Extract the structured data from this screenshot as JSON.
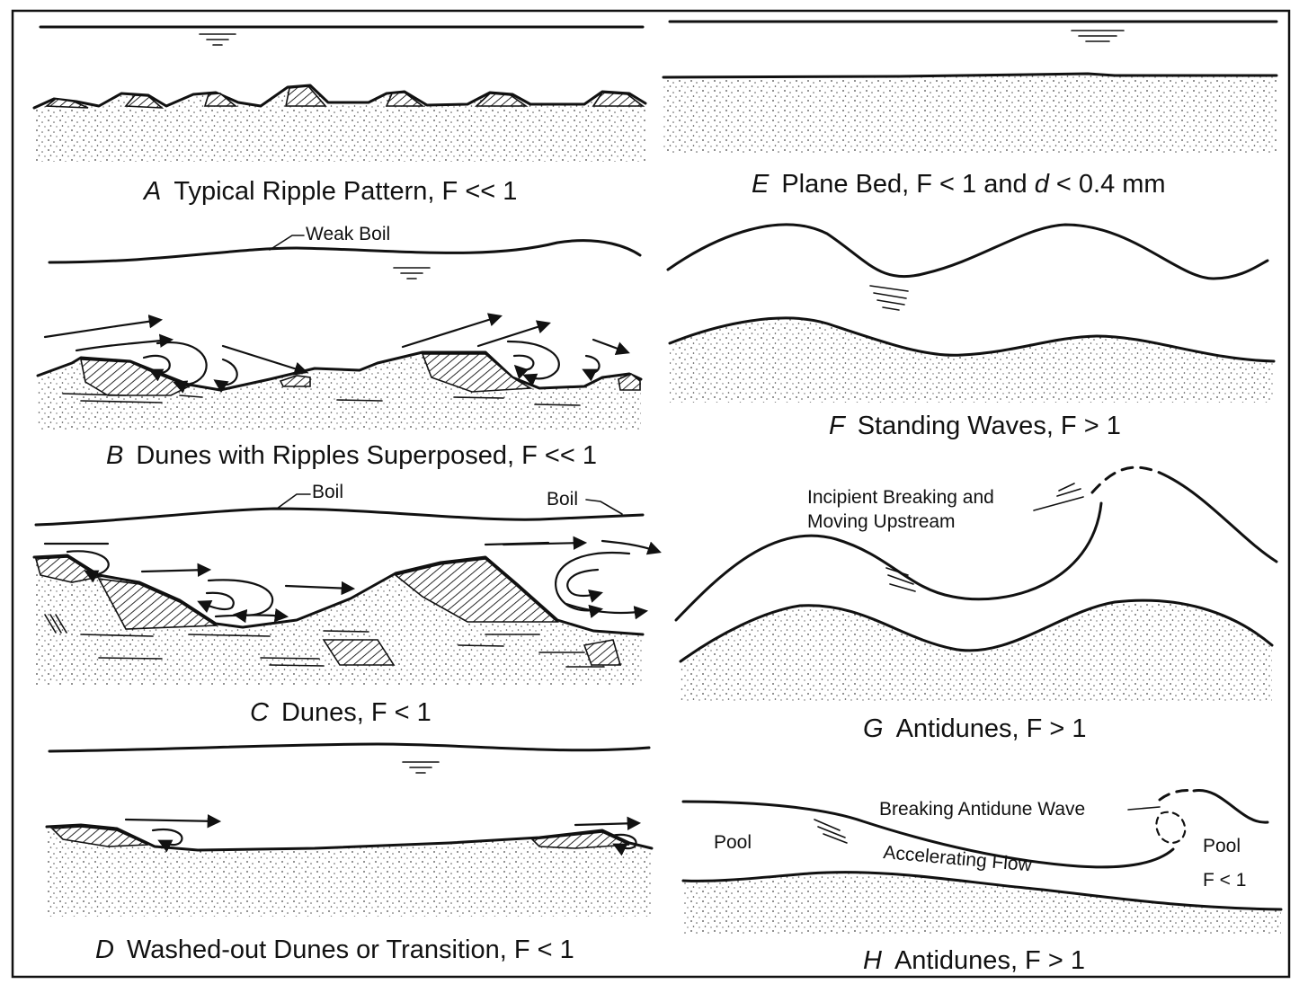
{
  "panels": {
    "A": {
      "letter": "A",
      "caption": "Typical Ripple Pattern, F << 1"
    },
    "B": {
      "letter": "B",
      "caption": "Dunes with Ripples Superposed, F << 1",
      "labels": {
        "weak_boil": "Weak Boil"
      }
    },
    "C": {
      "letter": "C",
      "caption": "Dunes, F < 1",
      "labels": {
        "boil_1": "Boil",
        "boil_2": "Boil"
      }
    },
    "D": {
      "letter": "D",
      "caption": "Washed-out Dunes or Transition, F < 1"
    },
    "E": {
      "letter": "E",
      "caption_pre": "Plane Bed, F < 1 and ",
      "caption_var": "d",
      "caption_post": " < 0.4 mm"
    },
    "F": {
      "letter": "F",
      "caption": "Standing Waves, F > 1"
    },
    "G": {
      "letter": "G",
      "caption": "Antidunes, F > 1",
      "labels": {
        "line_1": "Incipient Breaking and",
        "line_2": "Moving Upstream"
      }
    },
    "H": {
      "letter": "H",
      "caption": "Antidunes, F > 1",
      "labels": {
        "breaking": "Breaking Antidune Wave",
        "pool_left": "Pool",
        "accelerating": "Accelerating Flow",
        "pool_right": "Pool",
        "froude_right": "F < 1"
      }
    }
  }
}
